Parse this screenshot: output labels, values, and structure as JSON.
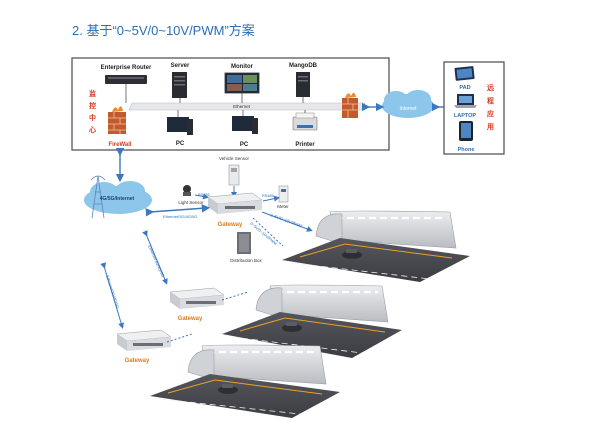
{
  "title": "2. 基于“0~5V/0~10V/PWM”方案",
  "datacenter": {
    "side_label": "监控中心",
    "devices": {
      "router": "Enterprise Router",
      "server": "Server",
      "monitor": "Monitor",
      "mangodb": "MangoDB",
      "firewall": "FireWall",
      "pc1": "PC",
      "pc2": "PC",
      "printer": "Printer"
    },
    "ethernet_label": "Ethernet"
  },
  "internet_label": "Internet",
  "remote": {
    "side_label": "远程应用",
    "devices": {
      "pad": "PAD",
      "laptop": "LAPTOP",
      "phone": "Phone"
    }
  },
  "cellular_label": "4G/5G/Internet",
  "field": {
    "vehicle_sensor": "Vehicle Sensor",
    "light_sensor": "Light Sensor",
    "meter": "Meter",
    "gateway_main": "Gateway",
    "distribution_box": "Distribution Box",
    "rs485_1": "RS485",
    "rs485_2": "RS485",
    "ethernet_links": "Ethernet/3G/4G/5G",
    "link_tunnel1": "0~5V/0~10V/PWM",
    "link_tunnel2": "0~5V/0~10V/PWM",
    "link_a": "Ethernet/3G/4G/5G",
    "link_b": "Ethernet/3G/4G/5G",
    "gateway2": "Gateway",
    "gateway3": "Gateway"
  },
  "colors": {
    "title": "#2a6fb8",
    "frame": "#4a4a4a",
    "accent_red": "#d63a1e",
    "orange_label": "#e07a1a",
    "cloud": "#8cc6ea",
    "arrow": "#3a78c0",
    "road": "#4a4c52",
    "tunnel": "#d8d9dc"
  }
}
